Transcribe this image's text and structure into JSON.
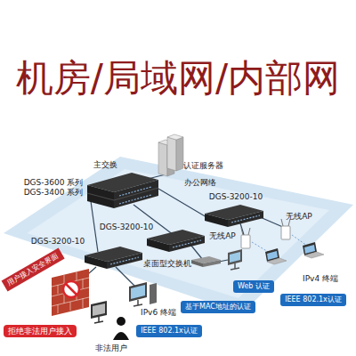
{
  "diagram": {
    "title": "机房/局域网/内部网",
    "nodes": [
      {
        "text": [
          "用户接入安全界面"
        ]
      },
      {
        "text": [
          "Web 认证"
        ]
      },
      {
        "text": [
          "IEEE 802.1x认证"
        ]
      },
      {
        "text": [
          "基于MAC地址的认证"
        ]
      },
      {
        "text": [
          "拒绝非法用户接入"
        ]
      },
      {
        "text": [
          "IEEE 802.1x认证"
        ]
      }
    ],
    "labels": [
      "主交换",
      "DGS-3600 系列",
      "DGS-3400 系列",
      "认证服务器",
      "办公网络",
      "DGS-3200-10",
      "DGS-3200-10",
      "DGS-3200-10",
      "桌面型交换机",
      "无线AP",
      "无线AP",
      "IPv4 终端",
      "IPv6 终端",
      "非法用户"
    ]
  }
}
